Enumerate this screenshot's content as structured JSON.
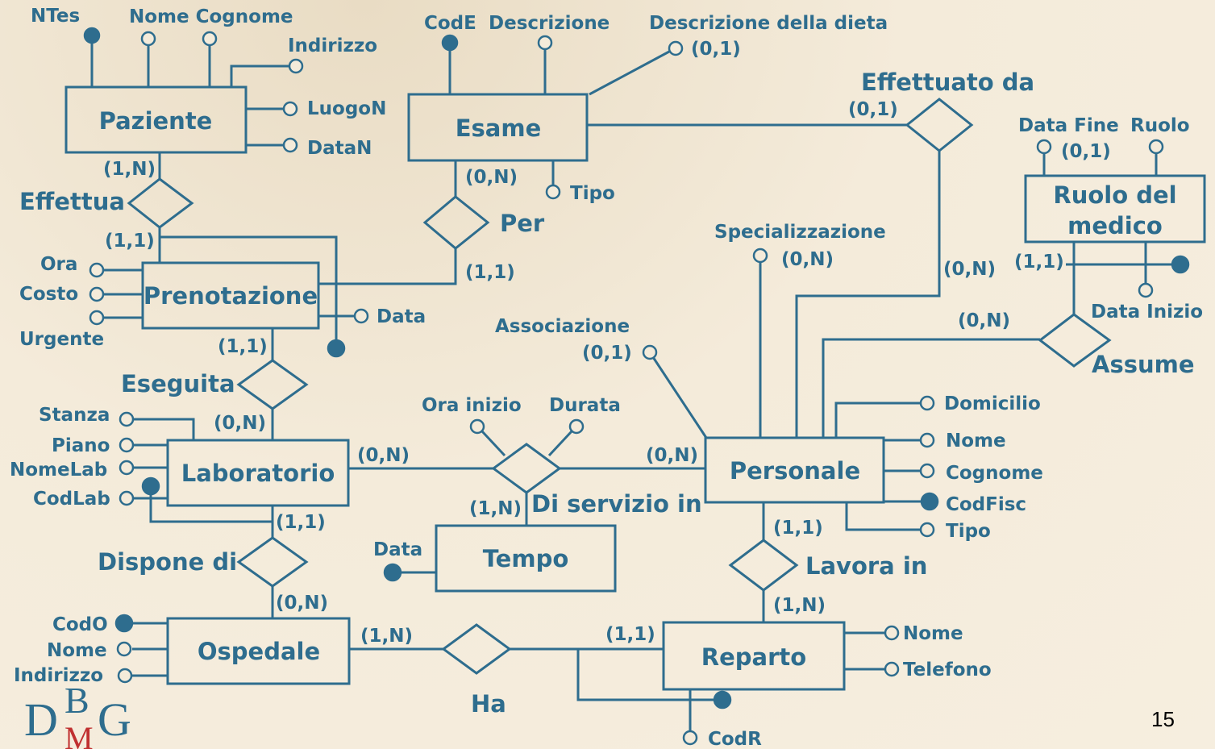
{
  "entities": {
    "paziente": "Paziente",
    "esame": "Esame",
    "prenotazione": "Prenotazione",
    "laboratorio": "Laboratorio",
    "tempo": "Tempo",
    "ospedale": "Ospedale",
    "reparto": "Reparto",
    "personale": "Personale",
    "ruolo_line1": "Ruolo del",
    "ruolo_line2": "medico"
  },
  "relationships": {
    "effettua": "Effettua",
    "per": "Per",
    "effettuato_da": "Effettuato da",
    "eseguita": "Eseguita",
    "di_servizio_in": "Di servizio in",
    "dispone_di": "Dispone di",
    "ha": "Ha",
    "lavora_in": "Lavora in",
    "assume": "Assume"
  },
  "attributes": {
    "ntes": "NTes",
    "nome_cognome": "Nome Cognome",
    "indirizzo": "Indirizzo",
    "luogon": "LuogoN",
    "datan": "DataN",
    "code": "CodE",
    "descrizione": "Descrizione",
    "descrizione_dieta": "Descrizione della dieta",
    "descrizione_dieta_card": "(0,1)",
    "tipo_esame": "Tipo",
    "ora": "Ora",
    "costo": "Costo",
    "urgente": "Urgente",
    "data_prenotazione": "Data",
    "stanza": "Stanza",
    "piano": "Piano",
    "nomelab": "NomeLab",
    "codlab": "CodLab",
    "ora_inizio": "Ora inizio",
    "durata": "Durata",
    "data_tempo": "Data",
    "codo": "CodO",
    "nome_ospedale": "Nome",
    "indirizzo_ospedale": "Indirizzo",
    "codr": "CodR",
    "nome_reparto": "Nome",
    "telefono": "Telefono",
    "specializzazione": "Specializzazione",
    "specializzazione_card": "(0,N)",
    "associazione": "Associazione",
    "associazione_card": "(0,1)",
    "domicilio": "Domicilio",
    "nome_personale": "Nome",
    "cognome_personale": "Cognome",
    "codfisc": "CodFisc",
    "tipo_personale": "Tipo",
    "data_fine": "Data Fine",
    "data_fine_card": "(0,1)",
    "ruolo": "Ruolo",
    "data_inizio": "Data Inizio"
  },
  "cardinalities": {
    "paziente_effettua": "(1,N)",
    "prenotazione_effettua": "(1,1)",
    "esame_per": "(0,N)",
    "prenotazione_per": "(1,1)",
    "esame_effettuato": "(0,1)",
    "personale_effettuato": "(0,N)",
    "prenotazione_eseguita": "(1,1)",
    "laboratorio_eseguita": "(0,N)",
    "laboratorio_servizio": "(0,N)",
    "personale_servizio": "(0,N)",
    "tempo_servizio": "(1,N)",
    "laboratorio_dispone": "(1,1)",
    "ospedale_dispone": "(0,N)",
    "ospedale_ha": "(1,N)",
    "reparto_ha": "(1,1)",
    "personale_lavora": "(1,1)",
    "reparto_lavora": "(1,N)",
    "personale_assume": "(0,N)",
    "ruolo_assume": "(1,1)"
  },
  "logo": {
    "d": "D",
    "b": "B",
    "m": "M",
    "g": "G"
  },
  "page_number": "15",
  "colors": {
    "diagram": "#2e6d8e",
    "background": "#f4ebda",
    "logo_accent": "#c03030"
  }
}
